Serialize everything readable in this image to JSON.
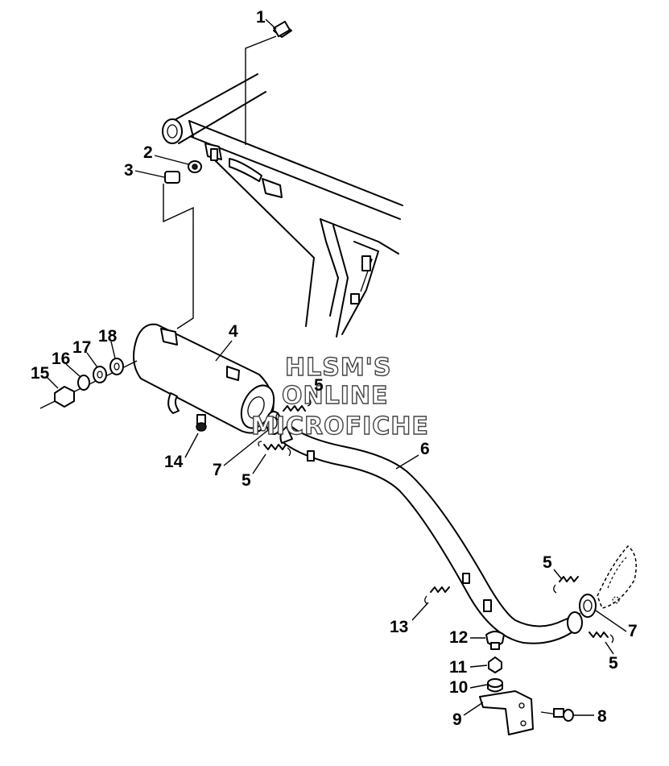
{
  "watermark": {
    "line1": "HLSM'S",
    "line2": "ONLINE",
    "line3": "MICROFICHE"
  },
  "callouts": {
    "c1": "1",
    "c2": "2",
    "c3": "3",
    "c4": "4",
    "c5a": "5",
    "c5b": "5",
    "c5c": "5",
    "c5d": "5",
    "c6": "6",
    "c7a": "7",
    "c7b": "7",
    "c8": "8",
    "c9": "9",
    "c10": "10",
    "c11": "11",
    "c12": "12",
    "c13": "13",
    "c14": "14",
    "c15": "15",
    "c16": "16",
    "c17": "17",
    "c18": "18"
  }
}
